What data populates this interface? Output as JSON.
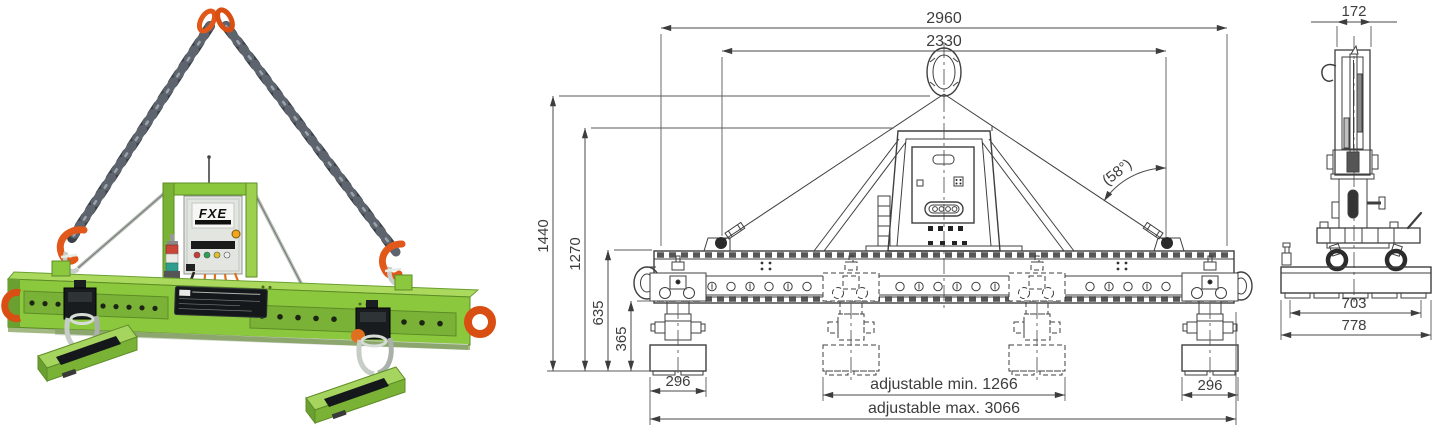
{
  "page": {
    "background": "#ffffff"
  },
  "photo": {
    "brand_label": "FXE",
    "colors": {
      "beam_green": "#8cc83e",
      "beam_green_light": "#aad95e",
      "beam_green_dark": "#5d8c26",
      "accent_orange": "#e2581a",
      "chain_gray": "#3a4046",
      "box_gray": "#e3e6e0"
    }
  },
  "front_view": {
    "total_width": "2960",
    "sling_width": "2330",
    "overall_height": "1440",
    "frame_height": "1270",
    "beam_top_height": "635",
    "beam_bottom_height": "365",
    "magnet_width_left": "296",
    "magnet_width_right": "296",
    "adjustable_min": "adjustable min. 1266",
    "adjustable_max": "adjustable max. 3066",
    "sling_angle": "(58°)"
  },
  "side_view": {
    "top_width": "172",
    "pad_width": "703",
    "magnet_width": "778"
  }
}
